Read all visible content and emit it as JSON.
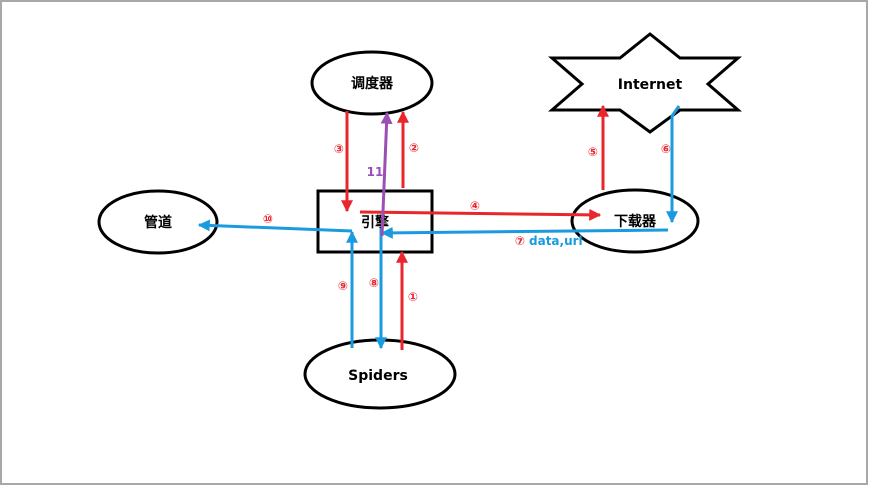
{
  "colors": {
    "red": "#e8262c",
    "blue": "#1a9be0",
    "purple": "#9b4fb5",
    "stroke": "#000000",
    "outer_border": "#a8a8a8"
  },
  "nodes": {
    "scheduler": "调度器",
    "internet": "Internet",
    "pipeline": "管道",
    "engine": "引擎",
    "downloader": "下载器",
    "spiders": "Spiders"
  },
  "steps": {
    "s1": "①",
    "s2": "②",
    "s3": "③",
    "s4": "④",
    "s5": "⑤",
    "s6": "⑥",
    "s7": "⑦",
    "s8": "⑧",
    "s9": "⑨",
    "s10": "⑩",
    "s11": "11"
  },
  "labels": {
    "data_url": "data,url"
  }
}
